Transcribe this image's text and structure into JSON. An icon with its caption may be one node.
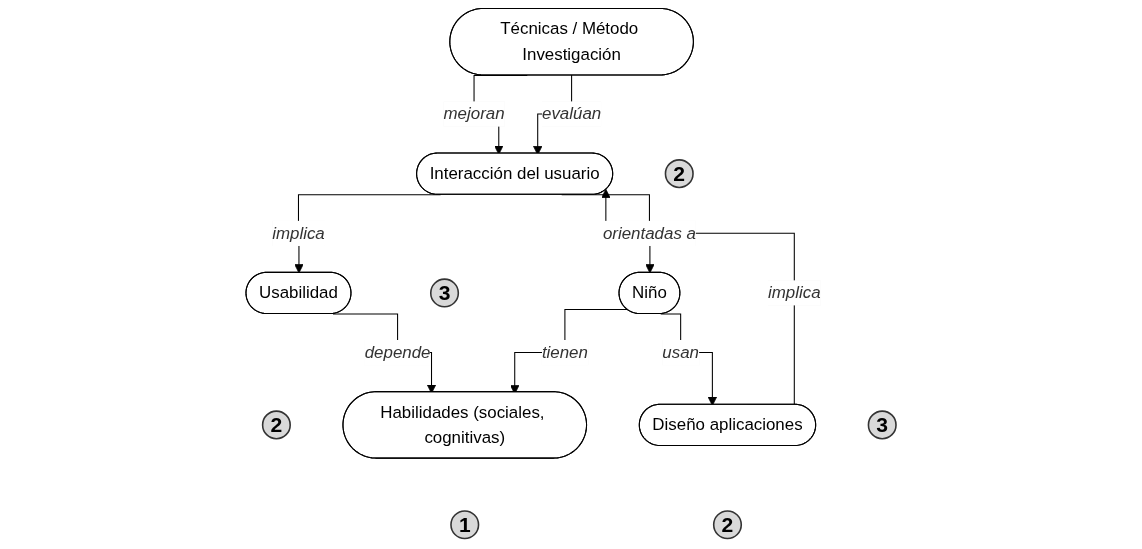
{
  "diagram": {
    "nodes": [
      {
        "text": [
          "Usabilidad"
        ]
      },
      {
        "text": [
          "2"
        ]
      },
      {
        "text": [
          "Interacción del usuario"
        ]
      },
      {
        "text": [
          "3"
        ]
      },
      {
        "text": [
          "Diseño aplicaciones"
        ]
      },
      {
        "text": [
          "2"
        ]
      },
      {
        "text": [
          "Habilidades (sociales, cognitivas)"
        ]
      },
      {
        "text": [
          "1"
        ]
      },
      {
        "text": [
          "Técnicas / Método Investigación"
        ]
      },
      {
        "text": [
          "2"
        ]
      },
      {
        "text": [
          "Niño"
        ]
      },
      {
        "text": [
          "3"
        ]
      }
    ],
    "edges": [
      {
        "from": 4,
        "to": 2,
        "arrow": "to",
        "label": "implica"
      },
      {
        "from": 2,
        "to": 0,
        "arrow": "to",
        "label": "implica"
      },
      {
        "from": 0,
        "to": 6,
        "arrow": "to",
        "label": "depende"
      },
      {
        "from": 2,
        "to": 10,
        "arrow": "to",
        "label": "orientadas a"
      },
      {
        "from": 10,
        "to": 4,
        "arrow": "to",
        "label": "usan"
      },
      {
        "from": 8,
        "to": 2,
        "arrow": "to",
        "label": "mejoran"
      },
      {
        "from": 8,
        "to": 2,
        "arrow": "to",
        "label": "evalúan"
      },
      {
        "from": 10,
        "to": 6,
        "arrow": "to",
        "label": "tienen"
      }
    ]
  }
}
